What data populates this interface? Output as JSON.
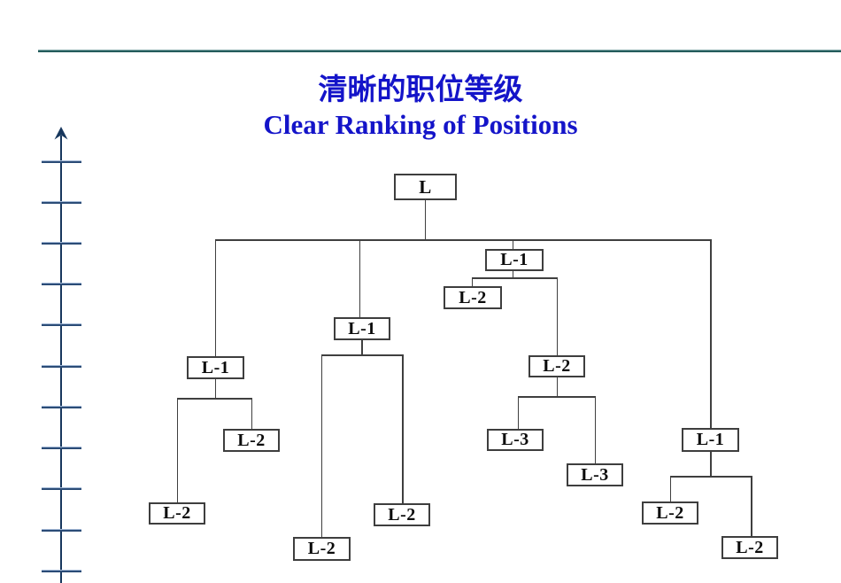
{
  "slide": {
    "title_zh": "清晰的职位等级",
    "title_en": "Clear Ranking of Positions"
  },
  "colors": {
    "title_blue": "#1414c9",
    "rule_teal": "#1e5757",
    "axis_navy": "#17375d",
    "connector_gray": "#3f3f3f",
    "node_border": "#3e3e3e",
    "node_text": "#0b0b0b"
  },
  "axis": {
    "direction": "up",
    "tick_count": 11
  },
  "tree": {
    "nodes": [
      {
        "id": "root",
        "label": "L"
      },
      {
        "id": "b1-l1",
        "label": "L-1"
      },
      {
        "id": "b1-l2-upper",
        "label": "L-2"
      },
      {
        "id": "b1-l2-lower",
        "label": "L-2"
      },
      {
        "id": "b2-l1",
        "label": "L-1"
      },
      {
        "id": "b2-l2-right",
        "label": "L-2"
      },
      {
        "id": "b2-l2-left",
        "label": "L-2"
      },
      {
        "id": "b3-l1",
        "label": "L-1"
      },
      {
        "id": "b3-l2-left",
        "label": "L-2"
      },
      {
        "id": "b3-l2-right",
        "label": "L-2"
      },
      {
        "id": "b3-l3-left",
        "label": "L-3"
      },
      {
        "id": "b3-l3-right",
        "label": "L-3"
      },
      {
        "id": "b4-l1",
        "label": "L-1"
      },
      {
        "id": "b4-l2-left",
        "label": "L-2"
      },
      {
        "id": "b4-l2-right",
        "label": "L-2"
      }
    ]
  }
}
